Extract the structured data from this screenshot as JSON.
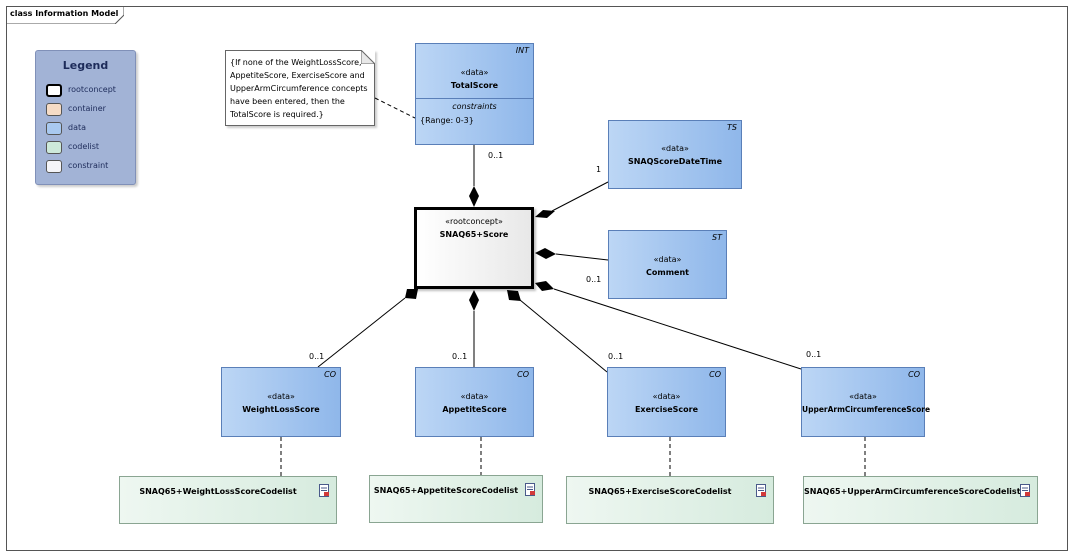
{
  "frame": {
    "title": "class Information Model"
  },
  "legend": {
    "title": "Legend",
    "items": [
      {
        "label": "rootconcept",
        "color": "#ffffff"
      },
      {
        "label": "container",
        "color": "#f6dcc6"
      },
      {
        "label": "data",
        "color": "#a9c9f0"
      },
      {
        "label": "codelist",
        "color": "#cde9da"
      },
      {
        "label": "constraint",
        "color": "#f4f4f8"
      }
    ]
  },
  "note": {
    "text": "{If none of the WeightLossScore, AppetiteScore, ExerciseScore and UpperArmCircumference concepts have been entered, then the TotalScore is required.}"
  },
  "root": {
    "stereotype": "«rootconcept»",
    "name": "SNAQ65+Score"
  },
  "total_score": {
    "stereotype": "«data»",
    "name": "TotalScore",
    "tag": "INT",
    "compartment_title": "constraints",
    "constraint": "{Range: 0-3}",
    "multiplicity": "0..1"
  },
  "datetime": {
    "stereotype": "«data»",
    "name": "SNAQScoreDateTime",
    "tag": "TS",
    "multiplicity": "1"
  },
  "comment": {
    "stereotype": "«data»",
    "name": "Comment",
    "tag": "ST",
    "multiplicity": "0..1"
  },
  "weightloss": {
    "stereotype": "«data»",
    "name": "WeightLossScore",
    "tag": "CO",
    "multiplicity": "0..1",
    "codelist": "SNAQ65+WeightLossScoreCodelist"
  },
  "appetite": {
    "stereotype": "«data»",
    "name": "AppetiteScore",
    "tag": "CO",
    "multiplicity": "0..1",
    "codelist": "SNAQ65+AppetiteScoreCodelist"
  },
  "exercise": {
    "stereotype": "«data»",
    "name": "ExerciseScore",
    "tag": "CO",
    "multiplicity": "0..1",
    "codelist": "SNAQ65+ExerciseScoreCodelist"
  },
  "upperarm": {
    "stereotype": "«data»",
    "name": "UpperArmCircumferenceScore",
    "tag": "CO",
    "multiplicity": "0..1",
    "codelist": "SNAQ65+UpperArmCircumferenceScoreCodelist"
  },
  "colors": {
    "data_fill": "#a9c9f0",
    "codelist_fill": "#dcefe3",
    "line": "#000000"
  }
}
